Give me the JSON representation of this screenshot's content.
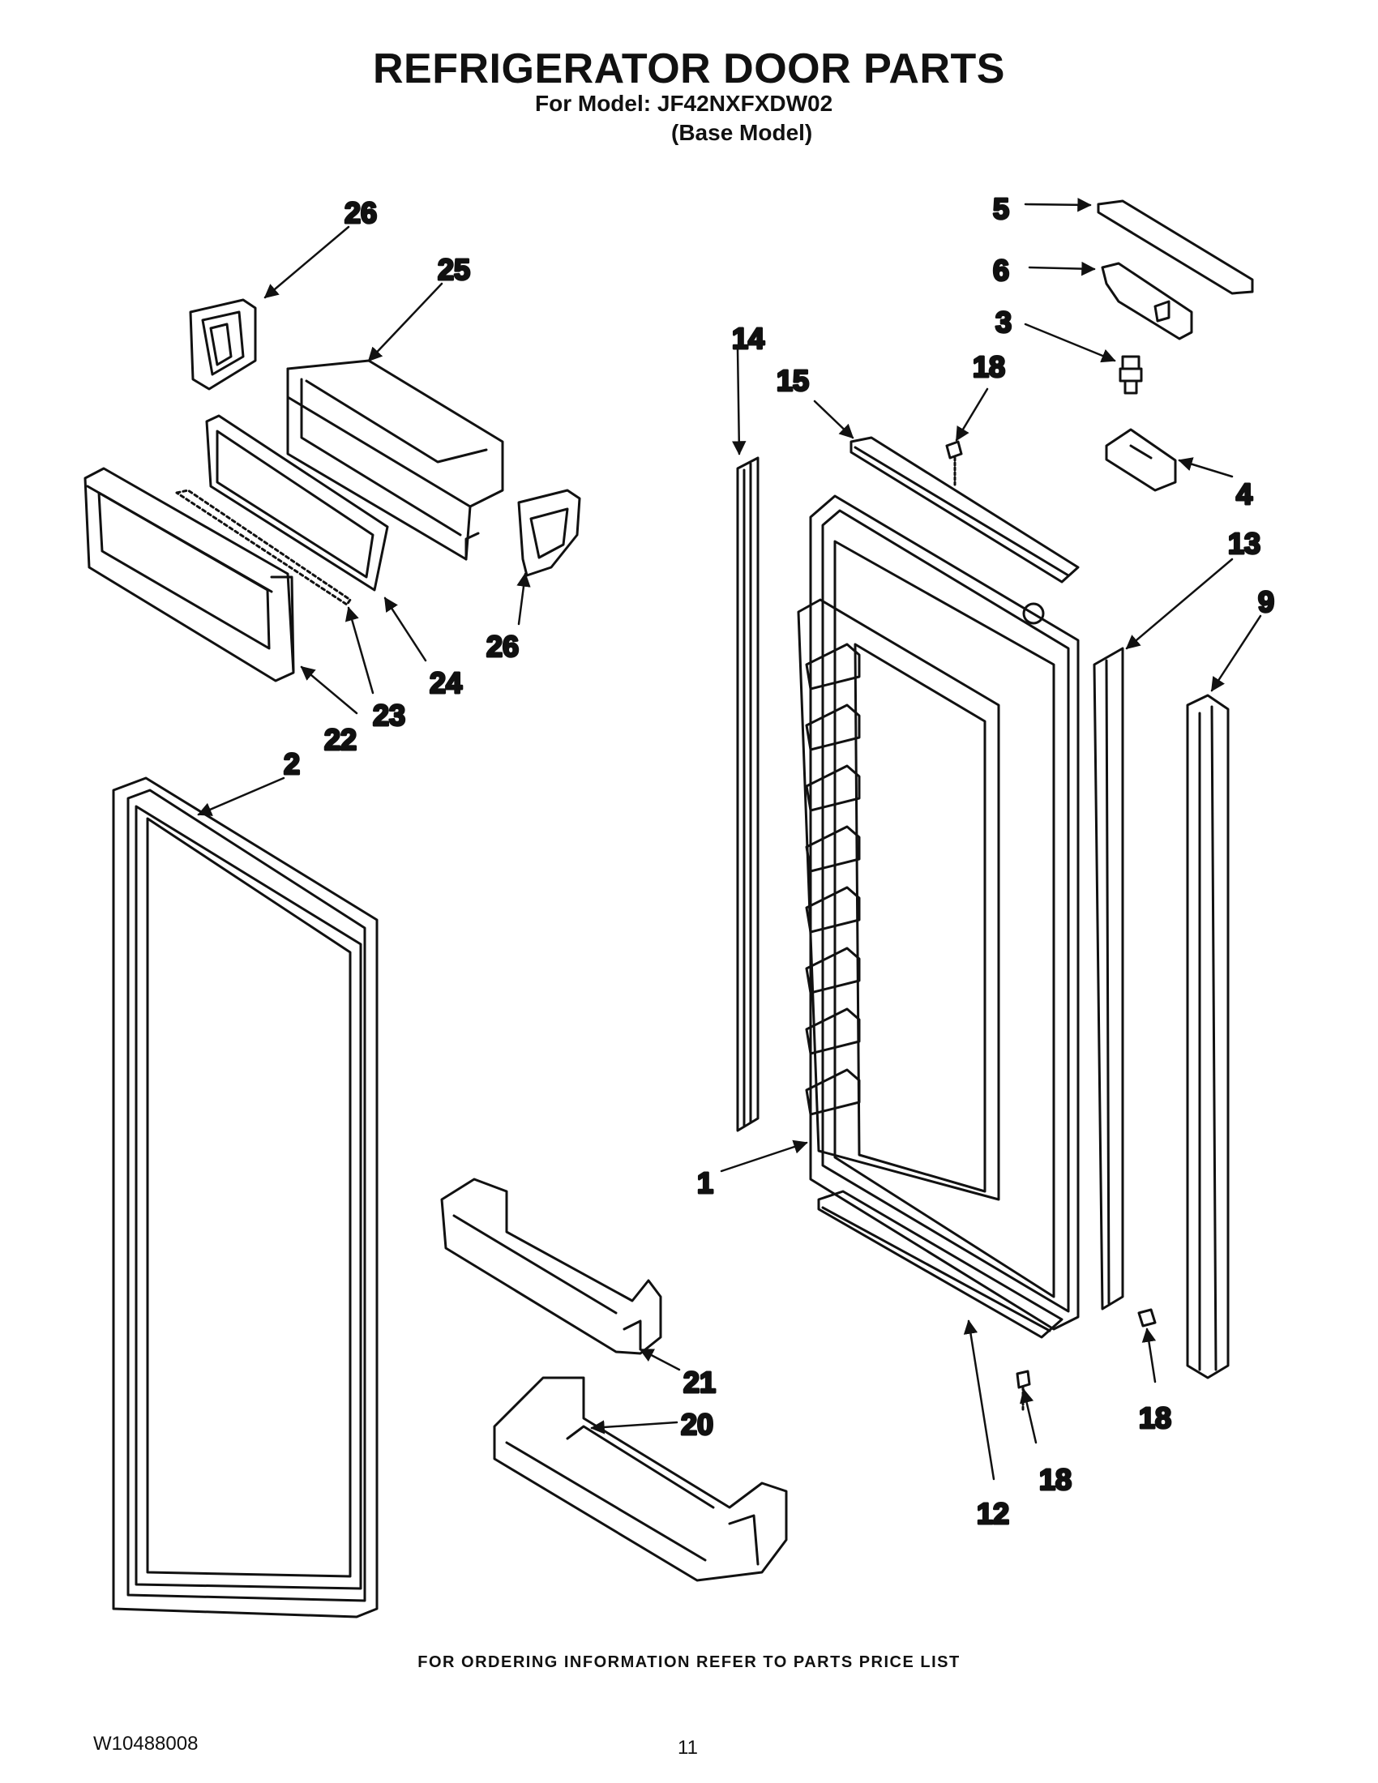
{
  "header": {
    "title": "REFRIGERATOR DOOR PARTS",
    "model_line": "For Model: JF42NXFXDW02",
    "base_line": "(Base Model)"
  },
  "callouts": {
    "c1": "1",
    "c2": "2",
    "c3": "3",
    "c4": "4",
    "c5": "5",
    "c6": "6",
    "c9": "9",
    "c12": "12",
    "c13": "13",
    "c14": "14",
    "c15": "15",
    "c18a": "18",
    "c18b": "18",
    "c18c": "18",
    "c20": "20",
    "c21": "21",
    "c22": "22",
    "c23": "23",
    "c24": "24",
    "c25": "25",
    "c26a": "26",
    "c26b": "26"
  },
  "footer": {
    "ordering_note": "FOR ORDERING INFORMATION REFER TO PARTS PRICE LIST",
    "document_number": "W10488008",
    "page_number": "11"
  }
}
